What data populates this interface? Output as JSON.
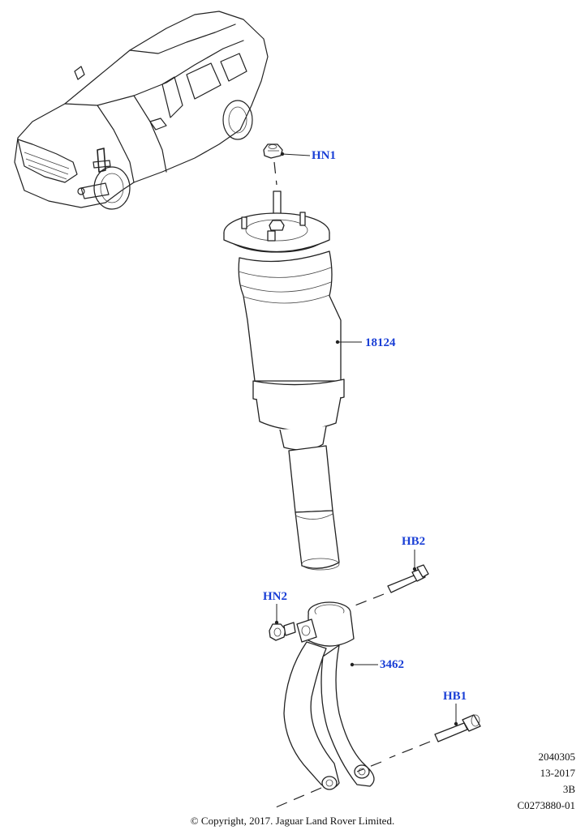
{
  "callouts": {
    "hn1": "HN1",
    "part_18124": "18124",
    "hb2": "HB2",
    "hn2": "HN2",
    "part_3462": "3462",
    "hb1": "HB1"
  },
  "meta": {
    "code": "2040305",
    "date": "13-2017",
    "rev": "3B",
    "illustration_id": "C0273880-01"
  },
  "copyright": "© Copyright, 2017. Jaguar Land Rover Limited.",
  "colors": {
    "callout": "#1a3fd6",
    "line": "#222222"
  }
}
